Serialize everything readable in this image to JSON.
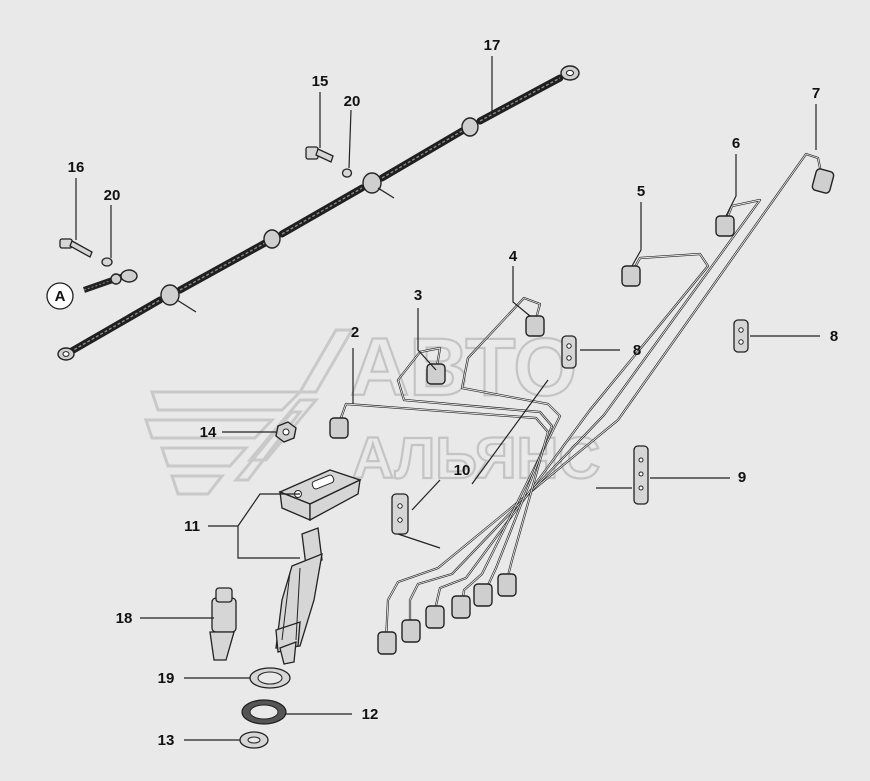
{
  "watermark": {
    "line1": "АВТО",
    "line2": "АЛЬЯНС"
  },
  "callouts": {
    "c1": "2",
    "c2": "3",
    "c3": "4",
    "c4": "5",
    "c5": "6",
    "c6": "7",
    "c7": "8",
    "c8": "8",
    "c9": "9",
    "c10": "10",
    "c11": "11",
    "c12": "12",
    "c13": "13",
    "c14": "14",
    "c15": "15",
    "c16": "16",
    "c17": "17",
    "c18": "18",
    "c19": "19",
    "c20": "20",
    "c21": "20"
  },
  "detail_marker": "A",
  "colors": {
    "background": "#e9e9e9",
    "ink": "#222222",
    "watermark": "#c9c9c9"
  }
}
